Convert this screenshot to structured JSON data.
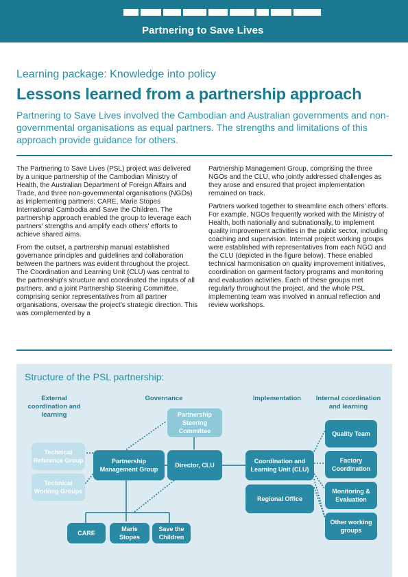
{
  "header": {
    "khmer_title": "កម្មវិធីរួមគ្នាដើម្បីជួយជីវិតមាតា និងទារក",
    "title": "Partnering to Save Lives"
  },
  "kicker": "Learning package: Knowledge into policy",
  "headline": "Lessons learned from a partnership approach",
  "lede": "Partnering to Save Lives involved the Cambodian and Australian governments and non-governmental organisations as equal partners. The strengths and limitations of this approach provide guidance for others.",
  "body": {
    "col1": [
      "The Partnering to Save Lives (PSL) project was delivered by a unique partnership of the Cambodian Ministry of Health, the Australian Department of Foreign Affairs and Trade, and three non-governmental organisations (NGOs) as implementing partners: CARE, Marie Stopes International Cambodia and Save the Children. The partnership approach enabled the group to leverage each partners' strengths and amplify each others' efforts to achieve shared aims.",
      "From the outset, a partnership manual established governance principles and guidelines and collaboration between the partners was evident throughout the project. The Coordination and Learning Unit (CLU) was central to the partnership's structure and coordinated the inputs of all partners, and a joint Partnership Steering Committee, comprising senior representatives from all partner organisations, oversaw the project's strategic direction. This was complemented by a"
    ],
    "col2": [
      "Partnership Management Group, comprising the three NGOs and the CLU, who jointly addressed challenges as they arose and ensured that project implementation remained on track.",
      "Partners worked together to streamline each others' efforts. For example, NGOs frequently worked with the Ministry of Health, both nationally and subnationally, to implement quality improvement activities in the public sector, including coaching and supervision. Internal project working groups were established with representatives from each NGO and the CLU (depicted in the figure below). These enabled technical harmonisation on quality improvement initiatives, coordination on garment factory programs and monitoring and evaluation activities. Each of these groups met regularly throughout the project, and the whole PSL implementing team was involved in annual reflection and review workshops."
    ]
  },
  "figure": {
    "title": "Structure of the PSL partnership:",
    "headers": {
      "external": "External coordination and learning",
      "governance": "Governance",
      "implementation": "Implementation",
      "internal": "Internal coordination and learning"
    },
    "nodes": {
      "steering": "Partnership Steering Committee",
      "technical_reference": "Technical Reference Group",
      "technical_working": "Technical Working Groups",
      "management": "Partnership Management Group",
      "director": "Director, CLU",
      "clu": "Coordination and Learning Unit (CLU)",
      "regional": "Regional Office",
      "care": "CARE",
      "marie": "Marie Stopes",
      "save": "Save the Children",
      "quality": "Quality Team",
      "factory": "Factory Coordination",
      "monitoring": "Monitoring & Evaluation",
      "other": "Other working groups"
    },
    "colors": {
      "dark_node": "#2a8aa5",
      "light_node": "#8fc8d9",
      "pale_node": "#bfdfea",
      "background": "#dcebf1"
    }
  }
}
